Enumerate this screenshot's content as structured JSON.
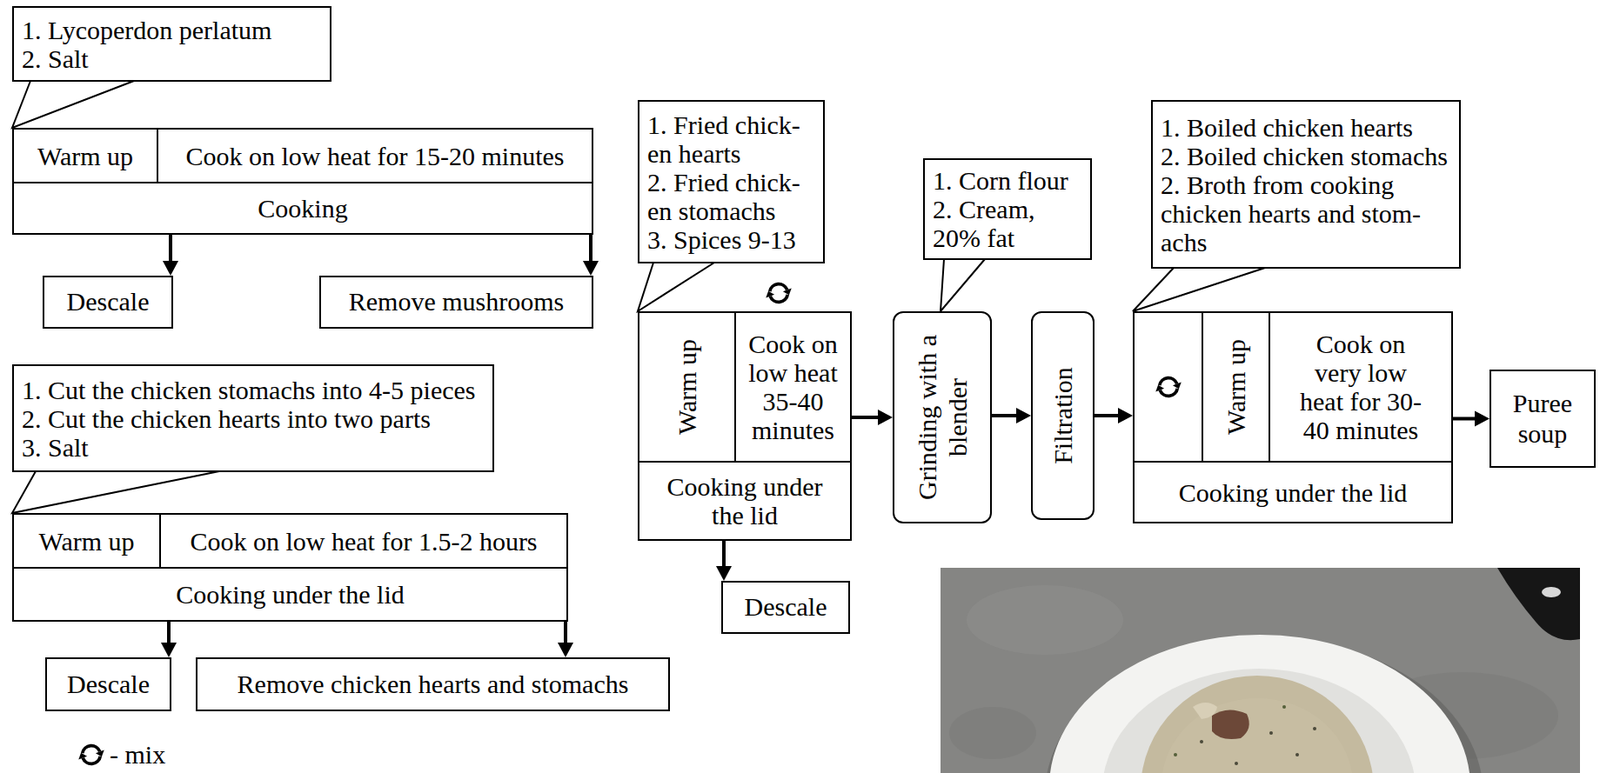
{
  "diagram": {
    "nodes": [
      {
        "text": [
          "1. Lycoperdon perlatum",
          "2. Salt"
        ]
      },
      {
        "text": [
          "Cooking"
        ]
      },
      {
        "text": [
          "Warm up"
        ],
        "in": 1
      },
      {
        "text": [
          "Cook on low heat for 15-20 minutes"
        ],
        "in": 1
      },
      {
        "text": [
          "Descale"
        ]
      },
      {
        "text": [
          "Remove mushrooms"
        ]
      },
      {
        "text": [
          "1. Cut the chicken stomachs into 4-5 pieces",
          "2. Cut the chicken hearts into two parts",
          "3. Salt"
        ]
      },
      {
        "text": [
          "Cooking under the lid"
        ]
      },
      {
        "text": [
          "Warm up"
        ],
        "in": 7
      },
      {
        "text": [
          "Cook on low heat for 1.5-2 hours"
        ],
        "in": 7
      },
      {
        "text": [
          "Descale"
        ]
      },
      {
        "text": [
          "Remove chicken hearts and stomachs"
        ]
      },
      {
        "text": [
          "1. Fried chick-en hearts",
          "2. Fried chick-en stomachs",
          "3. Spices 9-13"
        ]
      },
      {
        "text": [
          "Cooking under the lid"
        ]
      },
      {
        "text": [
          "Warm up"
        ],
        "in": 13
      },
      {
        "text": [
          "Cook on low heat 35-40 minutes"
        ],
        "in": 13
      },
      {
        "text": [
          "Descale"
        ]
      },
      {
        "text": [
          "1. Corn flour",
          "2. Cream, 20% fat"
        ]
      },
      {
        "text": [
          "Grinding with a blender"
        ]
      },
      {
        "text": [
          "Filtration"
        ]
      },
      {
        "text": [
          "1. Boiled chicken hearts",
          "2. Boiled chicken stomachs",
          "2. Broth from cooking chicken hearts and stom-achs"
        ]
      },
      {
        "text": [
          "Cooking under the lid"
        ]
      },
      {
        "text": [
          "Warm up"
        ],
        "in": 21
      },
      {
        "text": [
          "Cook on very low heat for 30-40 minutes"
        ],
        "in": 21
      },
      {
        "text": [
          "Puree soup"
        ]
      }
    ],
    "edges": [
      {
        "from": 1,
        "to": 4,
        "arrow": "to"
      },
      {
        "from": 1,
        "to": 5,
        "arrow": "to"
      },
      {
        "from": 7,
        "to": 10,
        "arrow": "to"
      },
      {
        "from": 7,
        "to": 11,
        "arrow": "to"
      },
      {
        "from": 13,
        "to": 16,
        "arrow": "to"
      },
      {
        "from": 13,
        "to": 18,
        "arrow": "to"
      },
      {
        "from": 18,
        "to": 19,
        "arrow": "to"
      },
      {
        "from": 19,
        "to": 21,
        "arrow": "to"
      },
      {
        "from": 21,
        "to": 24,
        "arrow": "to"
      }
    ],
    "legend": [
      {
        "text": "- mix"
      }
    ]
  }
}
